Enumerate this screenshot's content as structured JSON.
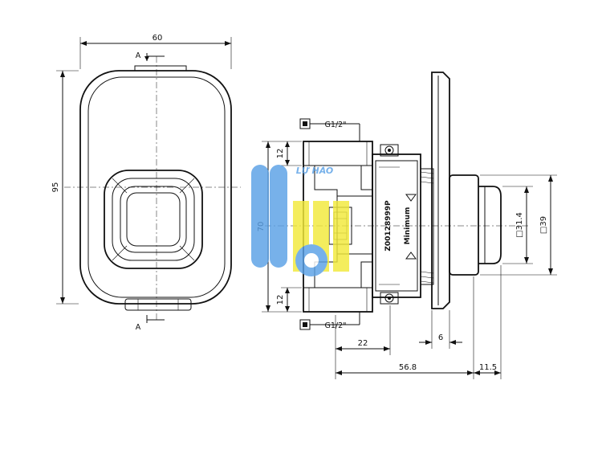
{
  "front_view": {
    "width_dim": "60",
    "height_dim": "95",
    "section_label_top": "A",
    "section_label_bottom": "A"
  },
  "side_view": {
    "thread_top": "G1/2\"",
    "thread_bottom": "G1/2\"",
    "dim_top_offset": "12",
    "dim_bottom_offset": "12",
    "dim_height": "70",
    "dim_inlet_depth": "22",
    "dim_flange": "6",
    "dim_depth": "56.8",
    "dim_cap": "11.5",
    "dim_square_inner": "□31.4",
    "dim_square_outer": "□39",
    "body_code": "Z00128999P",
    "body_mark": "Minimum"
  },
  "watermark": {
    "text": "LỰ HÀO",
    "blue": "#5aa0e6",
    "yellow": "#f2ea3a"
  }
}
